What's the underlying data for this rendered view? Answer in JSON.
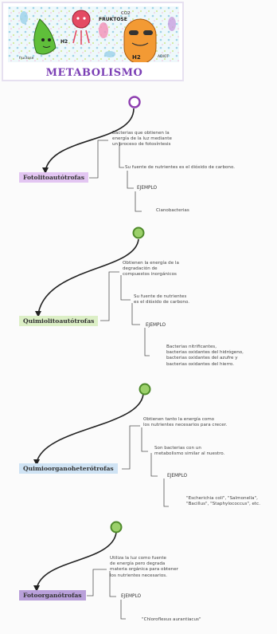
{
  "header": {
    "title": "METABOLISMO",
    "illustration_labels": {
      "fructose": "FRUKTOSE",
      "co2": "CO2",
      "h2_left": "H2",
      "h2_right": "H2",
      "fructose_small": "fructose",
      "atp": "ADIOT"
    }
  },
  "sections": [
    {
      "category": "Fotolitoautótrofas",
      "category_color": "#e3c6f2",
      "node_color": "#8e3fb0",
      "node_fill": "#ffffff",
      "description": [
        "Bacterias que obtienen la",
        "energía de la luz mediante",
        "un proceso de fotosíntesis"
      ],
      "nutrients": [
        "Su fuente de nutrientes es el dióxido de carbono."
      ],
      "example_label": "EJEMPLO",
      "examples": [
        "Cianobacterias"
      ]
    },
    {
      "category": "Quimiolitoautótrofas",
      "category_color": "#dcefc6",
      "node_color": "#4f8a2b",
      "node_fill": "#9bd06a",
      "description": [
        "Obtienen la energía de la",
        "degradación de",
        "compuestos inorgánicos"
      ],
      "nutrients": [
        "Su fuente de nutrientes",
        "es el dióxido de carbono."
      ],
      "example_label": "EJEMPLO",
      "examples": [
        "Bacterias nitrificantes,",
        "bacterias oxidantes del hidrógeno,",
        "bacterias oxidantes del azufre y",
        "bacterias oxidantes del hierro."
      ]
    },
    {
      "category": "Quimioorganoheterótrofas",
      "category_color": "#cfe3f4",
      "node_color": "#4f8a2b",
      "node_fill": "#9bd06a",
      "description": [
        "Obtienen tanto la energía como",
        "los nutrientes necesarios para crecer."
      ],
      "nutrients": [
        "Son bacterias con un",
        "metabolismo similar al nuestro."
      ],
      "example_label": "EJEMPLO",
      "examples": [
        "\"Escherichia coli\", \"Salmonella\",",
        "\"Bacillus\", \"Staphylococcus\", etc."
      ]
    },
    {
      "category": "Fotoorganótrofas",
      "category_color": "#b9a0da",
      "node_color": "#4f8a2b",
      "node_fill": "#9bd06a",
      "description": [
        "Utiliza la luz como fuente",
        "de energía pero degrada",
        "materia orgánica para obtener",
        "los nutrientes necesarios."
      ],
      "nutrients": [],
      "example_label": "EJEMPLO",
      "examples": [
        "\"Chloroflexus aurantiacus\""
      ]
    }
  ]
}
